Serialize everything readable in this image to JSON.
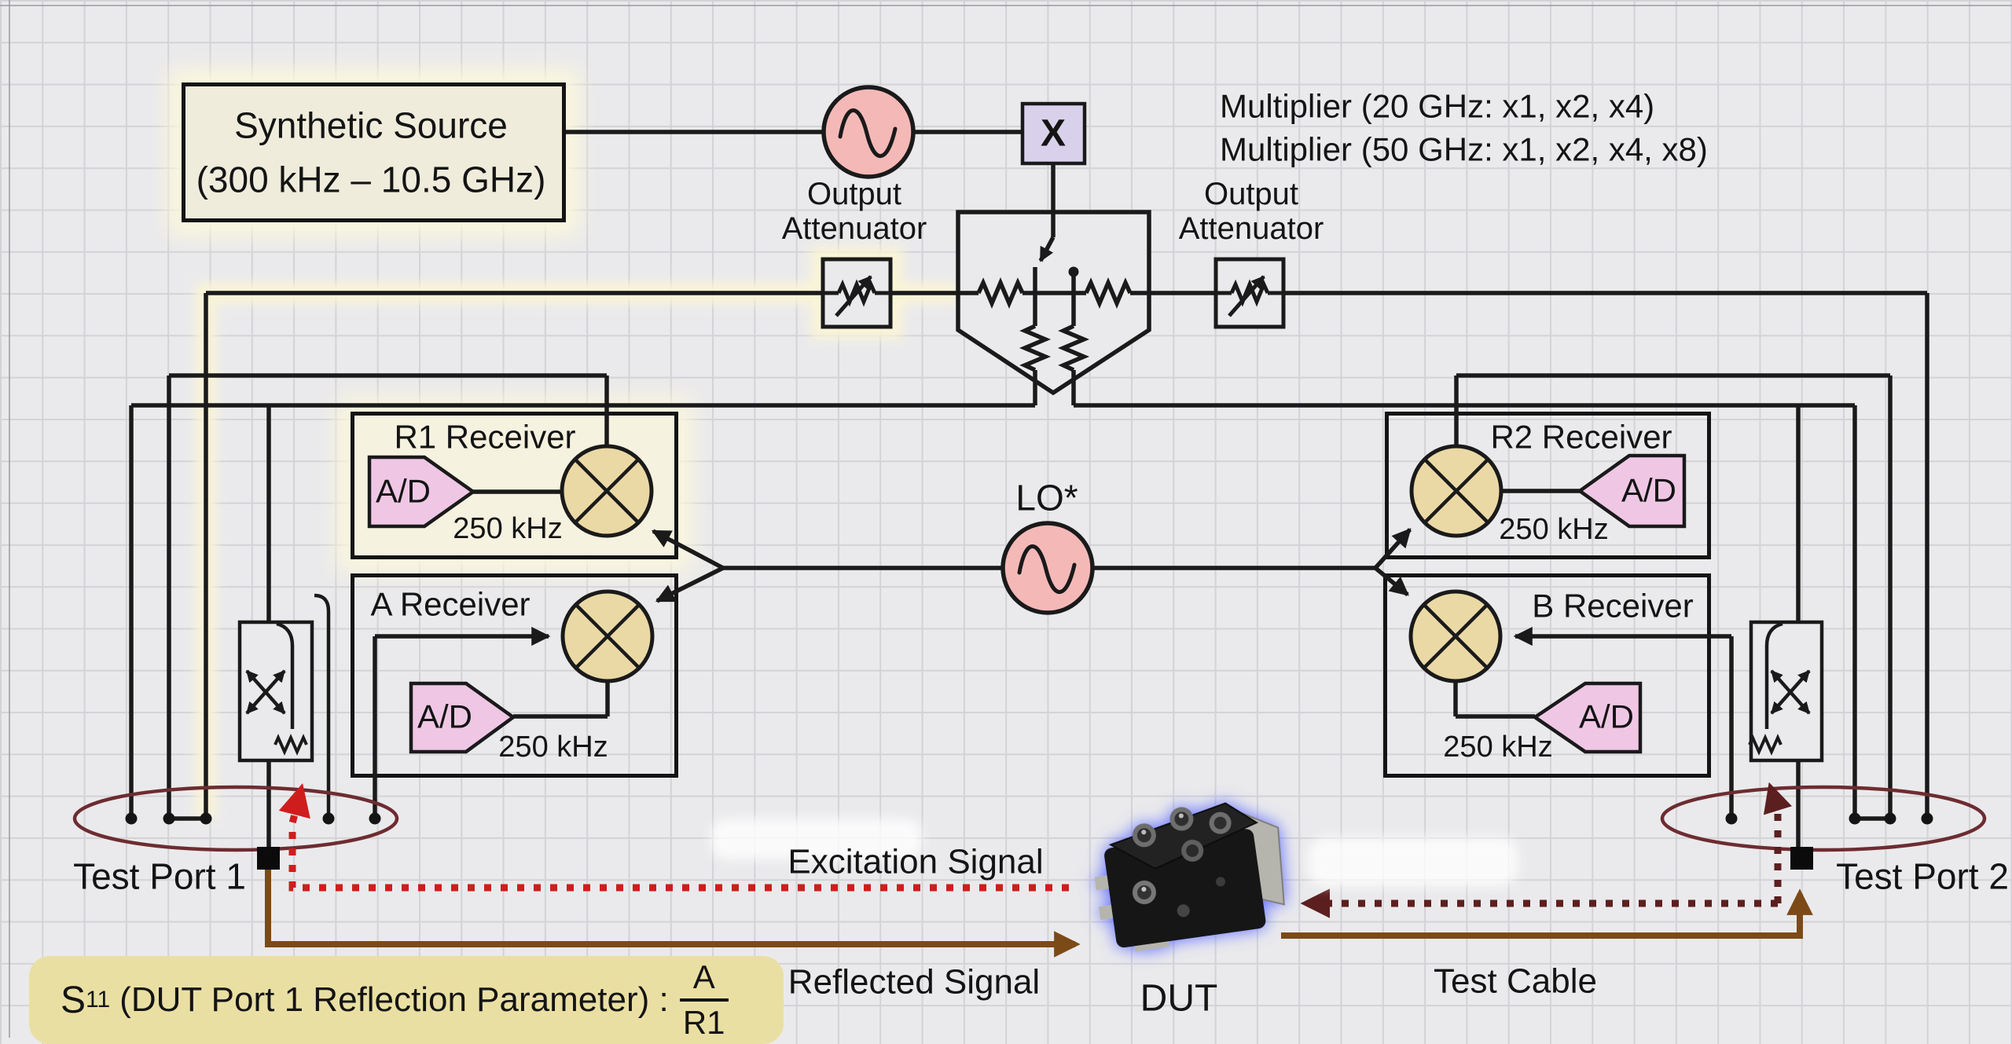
{
  "source_box": {
    "line1": "Synthetic Source",
    "line2": "(300 kHz – 10.5 GHz)"
  },
  "multiplier_note": {
    "line1": "Multiplier (20 GHz: x1, x2, x4)",
    "line2": "Multiplier (50 GHz: x1, x2, x4, x8)"
  },
  "multiplier_box": {
    "label": "X"
  },
  "attenuator_left": {
    "line1": "Output",
    "line2": "Attenuator"
  },
  "attenuator_right": {
    "line1": "Output",
    "line2": "Attenuator"
  },
  "lo": {
    "label": "LO*"
  },
  "receivers": {
    "r1": {
      "title": "R1 Receiver",
      "adc": "A/D",
      "if_label": "250 kHz"
    },
    "a": {
      "title": "A Receiver",
      "adc": "A/D",
      "if_label": "250 kHz"
    },
    "r2": {
      "title": "R2 Receiver",
      "adc": "A/D",
      "if_label": "250 kHz"
    },
    "b": {
      "title": "B Receiver",
      "adc": "A/D",
      "if_label": "250 kHz"
    }
  },
  "ports": {
    "port1": "Test Port 1",
    "port2": "Test Port 2"
  },
  "signals": {
    "excitation": "Excitation Signal",
    "reflected": "Reflected Signal",
    "test_cable": "Test Cable",
    "dut": "DUT"
  },
  "formula": {
    "s": "S",
    "sub": "11",
    "text": "(DUT Port 1 Reflection Parameter) :",
    "numerator": "A",
    "denominator": "R1"
  },
  "colors": {
    "wire": "#1a1a1a",
    "glow": "#fbf5d5",
    "source_pink": "#f4b9b7",
    "multiplier_purple": "#d9d1ec",
    "mixer_tan": "#ead9a5",
    "adc_pink": "#efc7e5",
    "cream_box": "#efecdc",
    "formula_box": "#eadfa3",
    "excitation_red": "#cf1d1d",
    "cable_maroon": "#5c1f1f",
    "reflected_brown": "#7c4a16",
    "port_loop": "#6d2c31"
  }
}
